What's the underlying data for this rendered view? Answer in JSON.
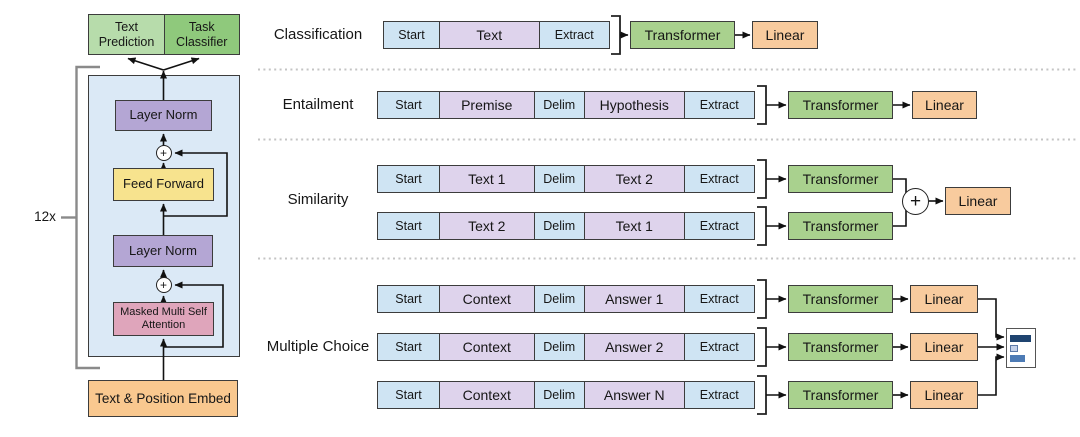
{
  "figure": {
    "model": {
      "repeat_label": "12x",
      "output_heads": [
        {
          "label": "Text Prediction"
        },
        {
          "label": "Task Classifier"
        }
      ],
      "layers": [
        {
          "label": "Layer Norm"
        },
        {
          "label": "Feed Forward"
        },
        {
          "label": "Layer Norm"
        },
        {
          "label": "Masked Multi Self Attention"
        }
      ],
      "embedding_label": "Text & Position Embed",
      "residual_add_symbol": "+"
    },
    "tasks": [
      {
        "name": "Classification",
        "rows": [
          {
            "cells": [
              "Start",
              "Text",
              "Extract"
            ],
            "transformer": "Transformer",
            "linear": "Linear"
          }
        ]
      },
      {
        "name": "Entailment",
        "rows": [
          {
            "cells": [
              "Start",
              "Premise",
              "Delim",
              "Hypothesis",
              "Extract"
            ],
            "transformer": "Transformer",
            "linear": "Linear"
          }
        ]
      },
      {
        "name": "Similarity",
        "combine_symbol": "+",
        "linear": "Linear",
        "rows": [
          {
            "cells": [
              "Start",
              "Text 1",
              "Delim",
              "Text 2",
              "Extract"
            ],
            "transformer": "Transformer"
          },
          {
            "cells": [
              "Start",
              "Text 2",
              "Delim",
              "Text 1",
              "Extract"
            ],
            "transformer": "Transformer"
          }
        ]
      },
      {
        "name": "Multiple Choice",
        "rows": [
          {
            "cells": [
              "Start",
              "Context",
              "Delim",
              "Answer 1",
              "Extract"
            ],
            "transformer": "Transformer",
            "linear": "Linear"
          },
          {
            "cells": [
              "Start",
              "Context",
              "Delim",
              "Answer 2",
              "Extract"
            ],
            "transformer": "Transformer",
            "linear": "Linear"
          },
          {
            "cells": [
              "Start",
              "Context",
              "Delim",
              "Answer N",
              "Extract"
            ],
            "transformer": "Transformer",
            "linear": "Linear"
          }
        ]
      }
    ],
    "colors": {
      "sequence_token": "#cfe4f3",
      "sequence_content": "#ded3ec",
      "transformer": "#a9d18e",
      "linear": "#f8cb9e",
      "text_prediction_head": "#b7dcab",
      "task_classifier_head": "#8fc97c",
      "model_background": "#dbe9f6",
      "layer_norm": "#b4a6d4",
      "feed_forward": "#f7e38e",
      "masked_attention": "#dfa5bb",
      "embedding": "#f9c88f",
      "score_bar_dark": "#1f4470",
      "score_bar_light": "#c3d0e8",
      "score_bar_mid": "#4d7bb5"
    }
  }
}
